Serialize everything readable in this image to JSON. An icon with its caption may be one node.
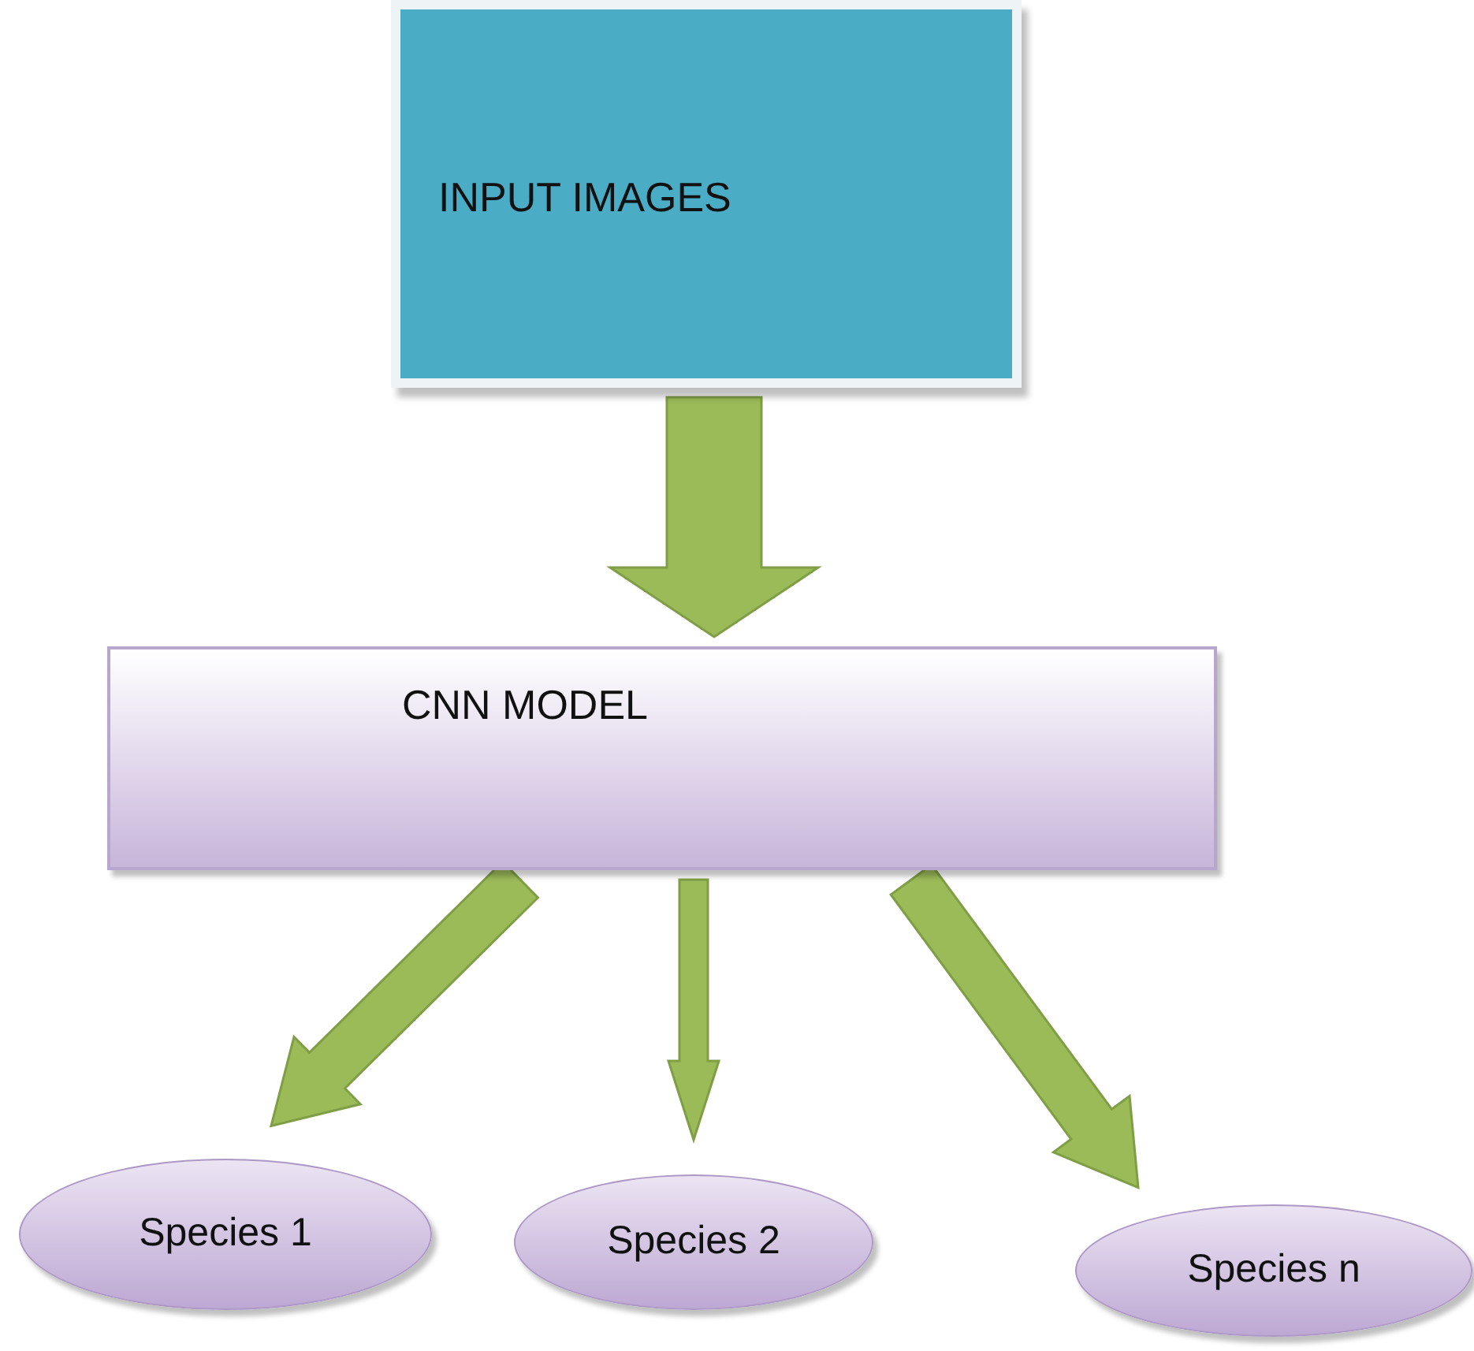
{
  "diagram": {
    "nodes": [
      {
        "text": [
          "INPUT IMAGES"
        ]
      },
      {
        "text": [
          "CNN MODEL"
        ]
      },
      {
        "text": [
          "Species 1"
        ]
      },
      {
        "text": [
          "Species 2"
        ]
      },
      {
        "text": [
          "Species n"
        ]
      }
    ],
    "edges": [
      {
        "from": 0,
        "to": 1,
        "arrow": "to"
      },
      {
        "from": 1,
        "to": 2,
        "arrow": "to"
      },
      {
        "from": 1,
        "to": 3,
        "arrow": "to"
      },
      {
        "from": 1,
        "to": 4,
        "arrow": "to"
      }
    ]
  }
}
